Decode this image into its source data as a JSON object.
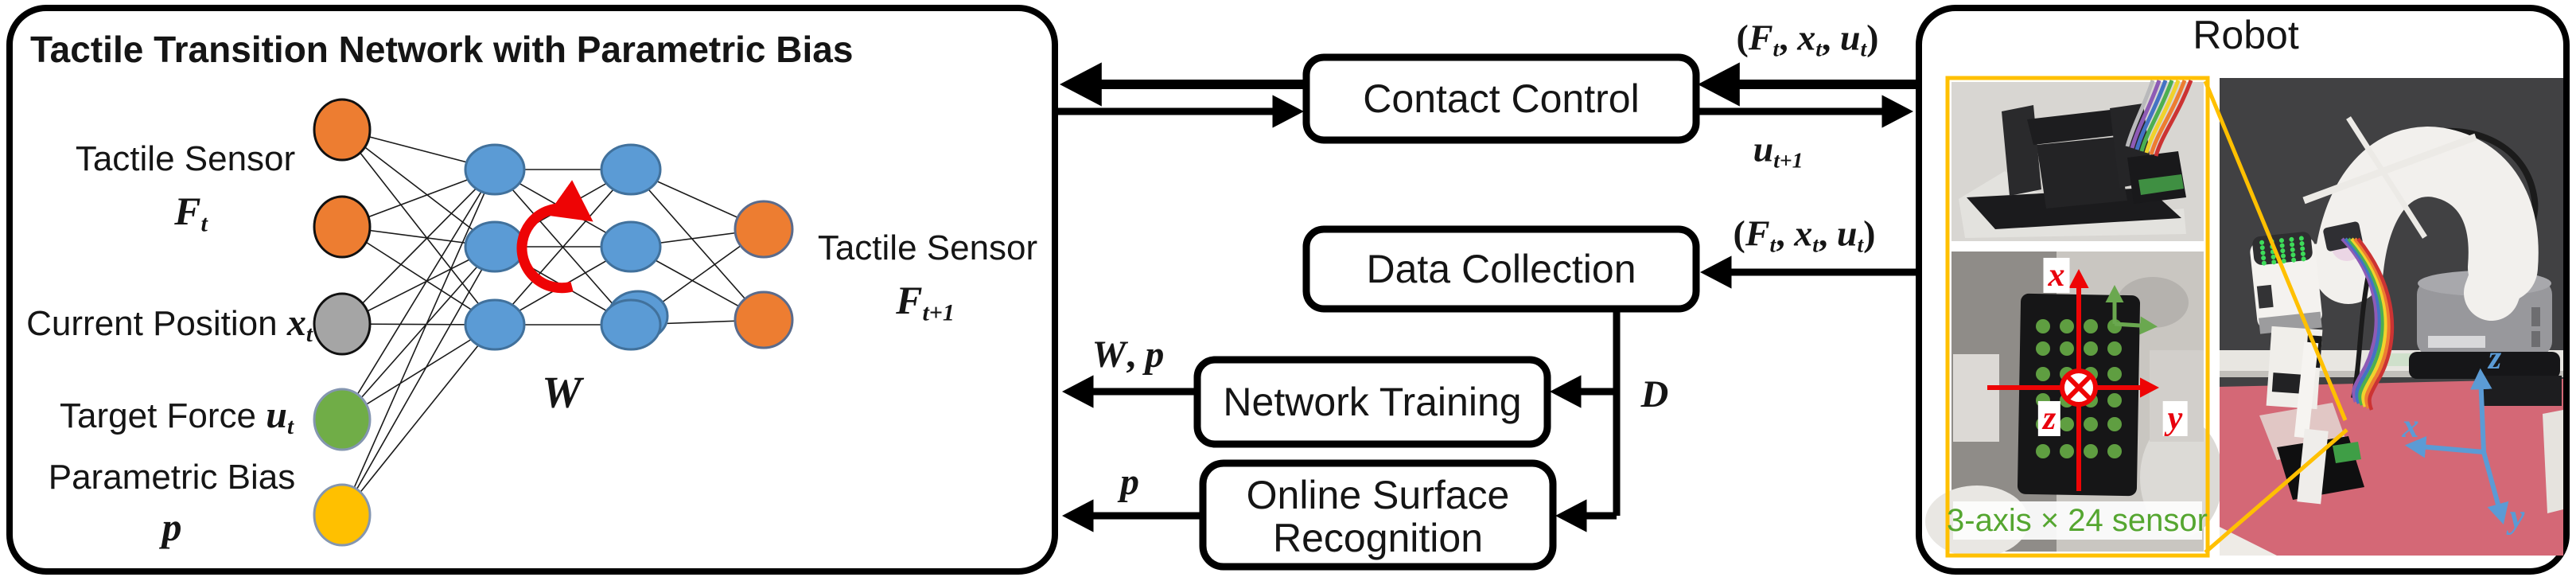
{
  "figure": {
    "type": "system-architecture-diagram",
    "left_panel_title": "Tactile Transition Network with Parametric Bias",
    "robot_panel_title": "Robot"
  },
  "colors": {
    "node-orange": "#ED7D31",
    "node-blue": "#5B9BD5",
    "node-gray": "#A5A5A5",
    "node-green": "#70AD47",
    "node-yellow": "#FFC000",
    "accent-red": "#EE0405",
    "accent-yellow": "#FFC000",
    "accent-green": "#55A630",
    "accent-blue": "#5B9BD5",
    "ink": "#000000",
    "photo-dark-bg": "#414143",
    "photo-pink": "#D46876"
  },
  "network": {
    "weight_label": [
      {
        "t": "W",
        "it": true
      }
    ],
    "inputs": [
      {
        "name": "tactile-sensor",
        "label": "Tactile Sensor",
        "math": [
          {
            "t": "F",
            "it": true
          },
          {
            "t": "t",
            "sub": true
          }
        ]
      },
      {
        "name": "current-position",
        "label": "Current Position ",
        "math": [
          {
            "t": "x",
            "it": true
          },
          {
            "t": "t",
            "sub": true
          }
        ]
      },
      {
        "name": "target-force",
        "label": "Target Force ",
        "math": [
          {
            "t": "u",
            "it": true
          },
          {
            "t": "t",
            "sub": true
          }
        ]
      },
      {
        "name": "parametric-bias",
        "label": "Parametric Bias",
        "math": [
          {
            "t": "p",
            "it": true
          }
        ]
      }
    ],
    "output": {
      "label": "Tactile Sensor",
      "math": [
        {
          "t": "F",
          "it": true
        },
        {
          "t": "t+1",
          "sub": true
        }
      ]
    },
    "layers": [
      {
        "name": "input",
        "nodes": [
          {
            "color": "node-orange",
            "stroke": "#111111"
          },
          {
            "color": "node-orange",
            "stroke": "#111111"
          },
          {
            "color": "node-gray",
            "stroke": "#111111"
          },
          {
            "color": "node-green",
            "stroke": "#8496B0"
          },
          {
            "color": "node-yellow",
            "stroke": "#8496B0"
          }
        ]
      },
      {
        "name": "hidden1",
        "nodes": [
          {
            "color": "node-blue",
            "stroke": "#41719C"
          },
          {
            "color": "node-blue",
            "stroke": "#41719C"
          },
          {
            "color": "node-blue",
            "stroke": "#41719C"
          }
        ]
      },
      {
        "name": "hidden2",
        "nodes": [
          {
            "color": "node-blue",
            "stroke": "#41719C"
          },
          {
            "color": "node-blue",
            "stroke": "#41719C"
          },
          {
            "color": "node-blue",
            "stroke": "#41719C",
            "double": true
          }
        ]
      },
      {
        "name": "output",
        "nodes": [
          {
            "color": "node-orange",
            "stroke": "#5A6B8C"
          },
          {
            "color": "node-orange",
            "stroke": "#5A6B8C"
          }
        ]
      }
    ]
  },
  "pipeline": {
    "contact_control": "Contact Control",
    "data_collection": "Data Collection",
    "network_training": "Network Training",
    "online_surface_line1": "Online Surface",
    "online_surface_line2": "Recognition",
    "labels": {
      "fxu_top": [
        {
          "t": "("
        },
        {
          "t": "F",
          "it": true
        },
        {
          "t": "t",
          "sub": true
        },
        {
          "t": ", "
        },
        {
          "t": "x",
          "it": true
        },
        {
          "t": "t",
          "sub": true
        },
        {
          "t": ", "
        },
        {
          "t": "u",
          "it": true
        },
        {
          "t": "t",
          "sub": true
        },
        {
          "t": ")"
        }
      ],
      "fxu_mid": [
        {
          "t": "("
        },
        {
          "t": "F",
          "it": true
        },
        {
          "t": "t",
          "sub": true
        },
        {
          "t": ", "
        },
        {
          "t": "x",
          "it": true
        },
        {
          "t": "t",
          "sub": true
        },
        {
          "t": ", "
        },
        {
          "t": "u",
          "it": true
        },
        {
          "t": "t",
          "sub": true
        },
        {
          "t": ")"
        }
      ],
      "u_next": [
        {
          "t": "u",
          "it": true
        },
        {
          "t": "t+1",
          "sub": true
        }
      ],
      "w_p": [
        {
          "t": "W",
          "it": true
        },
        {
          "t": ", "
        },
        {
          "t": "p",
          "it": true
        }
      ],
      "p": [
        {
          "t": "p",
          "it": true
        }
      ],
      "d": [
        {
          "t": "D",
          "it": true
        }
      ]
    }
  },
  "robot_panel": {
    "title": "Robot",
    "sensor_caption": "3-axis × 24 sensor",
    "sensor_axes": {
      "x": "x",
      "z": "z",
      "y": "y"
    },
    "world_axes": {
      "x": "x",
      "y": "y",
      "z": "z"
    }
  }
}
